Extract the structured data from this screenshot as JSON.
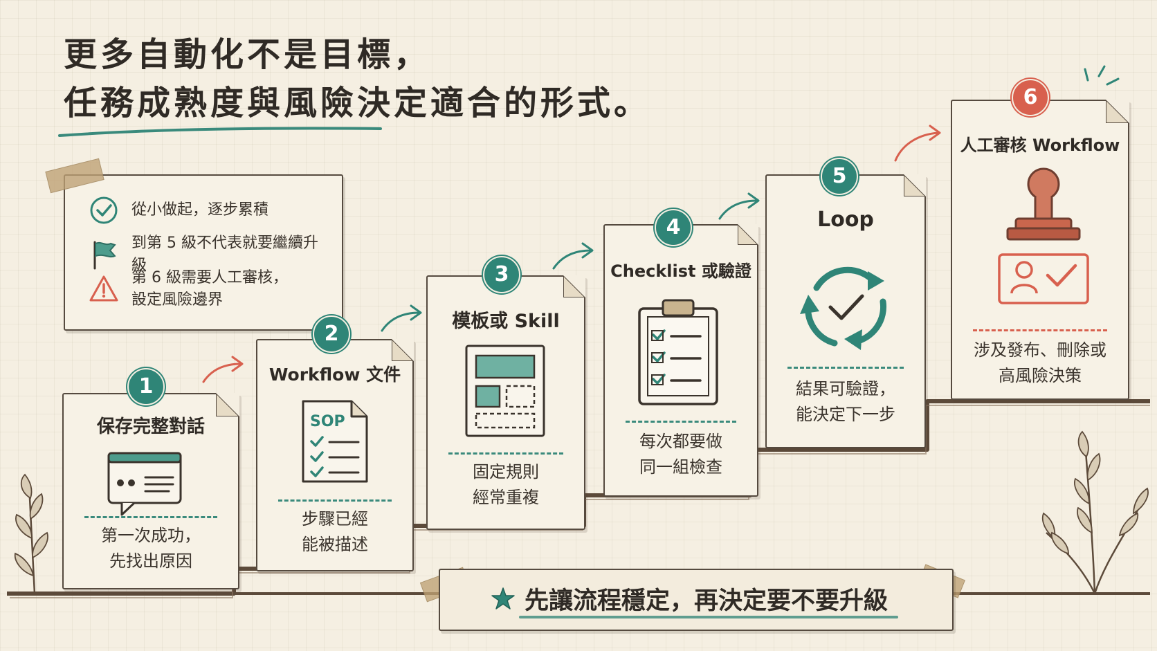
{
  "headline": {
    "line1": "更多自動化不是目標，",
    "line2": "任務成熟度與風險決定適合的形式。"
  },
  "notes": [
    {
      "icon": "check-circle-icon",
      "text": "從小做起，逐步累積"
    },
    {
      "icon": "flag-icon",
      "text": "到第 5 級不代表就要繼續升級"
    },
    {
      "icon": "warning-triangle-icon",
      "line1": "第 6 級需要人工審核，",
      "line2": "設定風險邊界"
    }
  ],
  "stages": [
    {
      "number": "1",
      "title": "保存完整對話",
      "icon": "chat-window-icon",
      "desc_line1": "第一次成功，",
      "desc_line2": "先找出原因"
    },
    {
      "number": "2",
      "title": "Workflow 文件",
      "icon": "sop-document-icon",
      "icon_label": "SOP",
      "desc_line1": "步驟已經",
      "desc_line2": "能被描述"
    },
    {
      "number": "3",
      "title": "模板或 Skill",
      "icon": "template-layout-icon",
      "desc_line1": "固定規則",
      "desc_line2": "經常重複"
    },
    {
      "number": "4",
      "title": "Checklist 或驗證",
      "icon": "clipboard-checklist-icon",
      "desc_line1": "每次都要做",
      "desc_line2": "同一組檢查"
    },
    {
      "number": "5",
      "title": "Loop",
      "icon": "loop-check-icon",
      "desc_line1": "結果可驗證，",
      "desc_line2": "能決定下一步"
    },
    {
      "number": "6",
      "title": "人工審核 Workflow",
      "icon": "approval-stamp-icon",
      "desc_line1": "涉及發布、刪除或",
      "desc_line2": "高風險決策"
    }
  ],
  "banner": {
    "icon": "star-icon",
    "text": "先讓流程穩定，再決定要不要升級"
  },
  "colors": {
    "teal": "#2f8577",
    "red": "#d8604e",
    "ink": "#3a332c",
    "paper": "#f5efe2",
    "stamp": "#d07a60"
  }
}
